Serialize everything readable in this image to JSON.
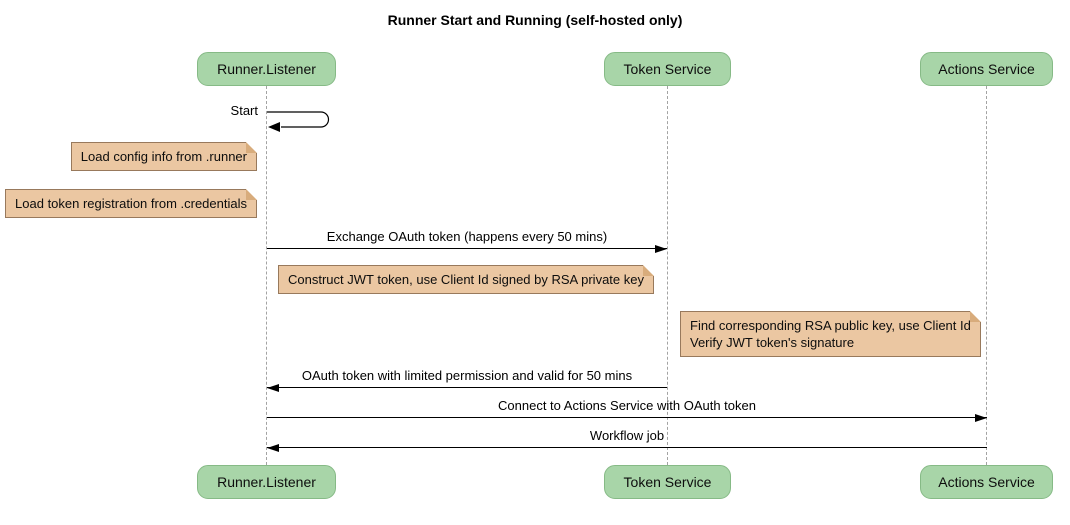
{
  "title": "Runner Start and Running (self-hosted only)",
  "participants": [
    {
      "id": "runner-listener",
      "label": "Runner.Listener"
    },
    {
      "id": "token-service",
      "label": "Token Service"
    },
    {
      "id": "actions-service",
      "label": "Actions Service"
    }
  ],
  "messages": {
    "start": {
      "from": "Runner.Listener",
      "to": "Runner.Listener",
      "kind": "self",
      "label": "Start"
    },
    "exchange": {
      "from": "Runner.Listener",
      "to": "Token Service",
      "kind": "solid-arrow",
      "label": "Exchange OAuth token (happens every 50 mins)"
    },
    "oauth_return": {
      "from": "Token Service",
      "to": "Runner.Listener",
      "kind": "solid-arrow",
      "label": "OAuth token with limited permission and valid for 50 mins"
    },
    "connect": {
      "from": "Runner.Listener",
      "to": "Actions Service",
      "kind": "solid-arrow",
      "label": "Connect to Actions Service with OAuth token"
    },
    "workflow": {
      "from": "Actions Service",
      "to": "Runner.Listener",
      "kind": "solid-arrow",
      "label": "Workflow job"
    }
  },
  "notes": {
    "load_config": {
      "anchor": "left of Runner.Listener",
      "label": "Load config info from .runner"
    },
    "load_token": {
      "anchor": "left of Runner.Listener",
      "label": "Load token registration from .credentials"
    },
    "construct_jwt": {
      "anchor": "between Runner.Listener and Token Service",
      "label": "Construct JWT token, use Client Id signed by RSA private key"
    },
    "find_rsa": {
      "anchor": "between Token Service and Actions Service",
      "label": "Find corresponding RSA public key, use Client Id\nVerify JWT token's signature"
    }
  },
  "colors": {
    "background": "#ffffff",
    "participant_fill": "#a8d5a8",
    "participant_border": "#86ba86",
    "note_fill": "#ebc7a2",
    "note_border": "#98795c",
    "lifeline": "#a3a3a3",
    "arrow": "#000000",
    "text": "#000000"
  }
}
